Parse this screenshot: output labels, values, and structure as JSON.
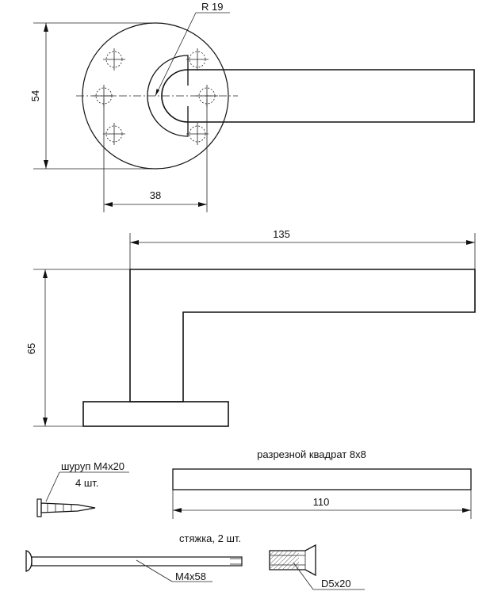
{
  "top_view": {
    "height_label": "54",
    "spacing_label": "38",
    "radius_label": "R 19"
  },
  "side_view": {
    "length_label": "135",
    "height_label": "65"
  },
  "parts": {
    "screw_label": "шуруп М4х20",
    "screw_qty": "4 шт.",
    "square_label": "разрезной квадрат 8х8",
    "square_length": "110",
    "tie_label": "стяжка, 2 шт.",
    "tie_size": "М4х58",
    "bushing_size": "D5x20"
  }
}
